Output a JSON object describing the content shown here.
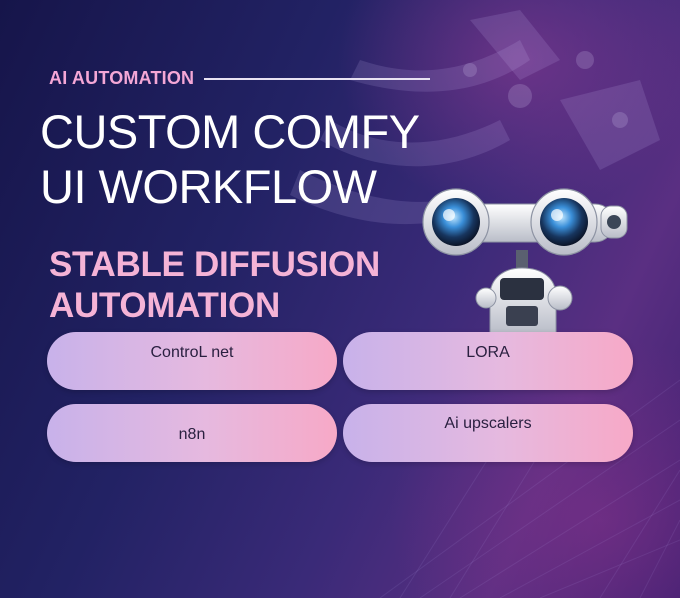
{
  "eyebrow": "AI AUTOMATION",
  "headline": [
    "CUSTOM COMFY",
    "UI WORKFLOW"
  ],
  "subhead": [
    "STABLE DIFFUSION",
    "AUTOMATION"
  ],
  "features": [
    {
      "label": "ControL net"
    },
    {
      "label": "LORA"
    },
    {
      "label": "n8n"
    },
    {
      "label": "Ai upscalers"
    }
  ],
  "colors": {
    "background_dark": "#16154a",
    "background_purple": "#5a2f82",
    "accent_pink": "#f5b3d6",
    "pill_start": "#c8b2ea",
    "pill_end": "#f7a9c7"
  },
  "icons": [
    "robot-illustration"
  ]
}
